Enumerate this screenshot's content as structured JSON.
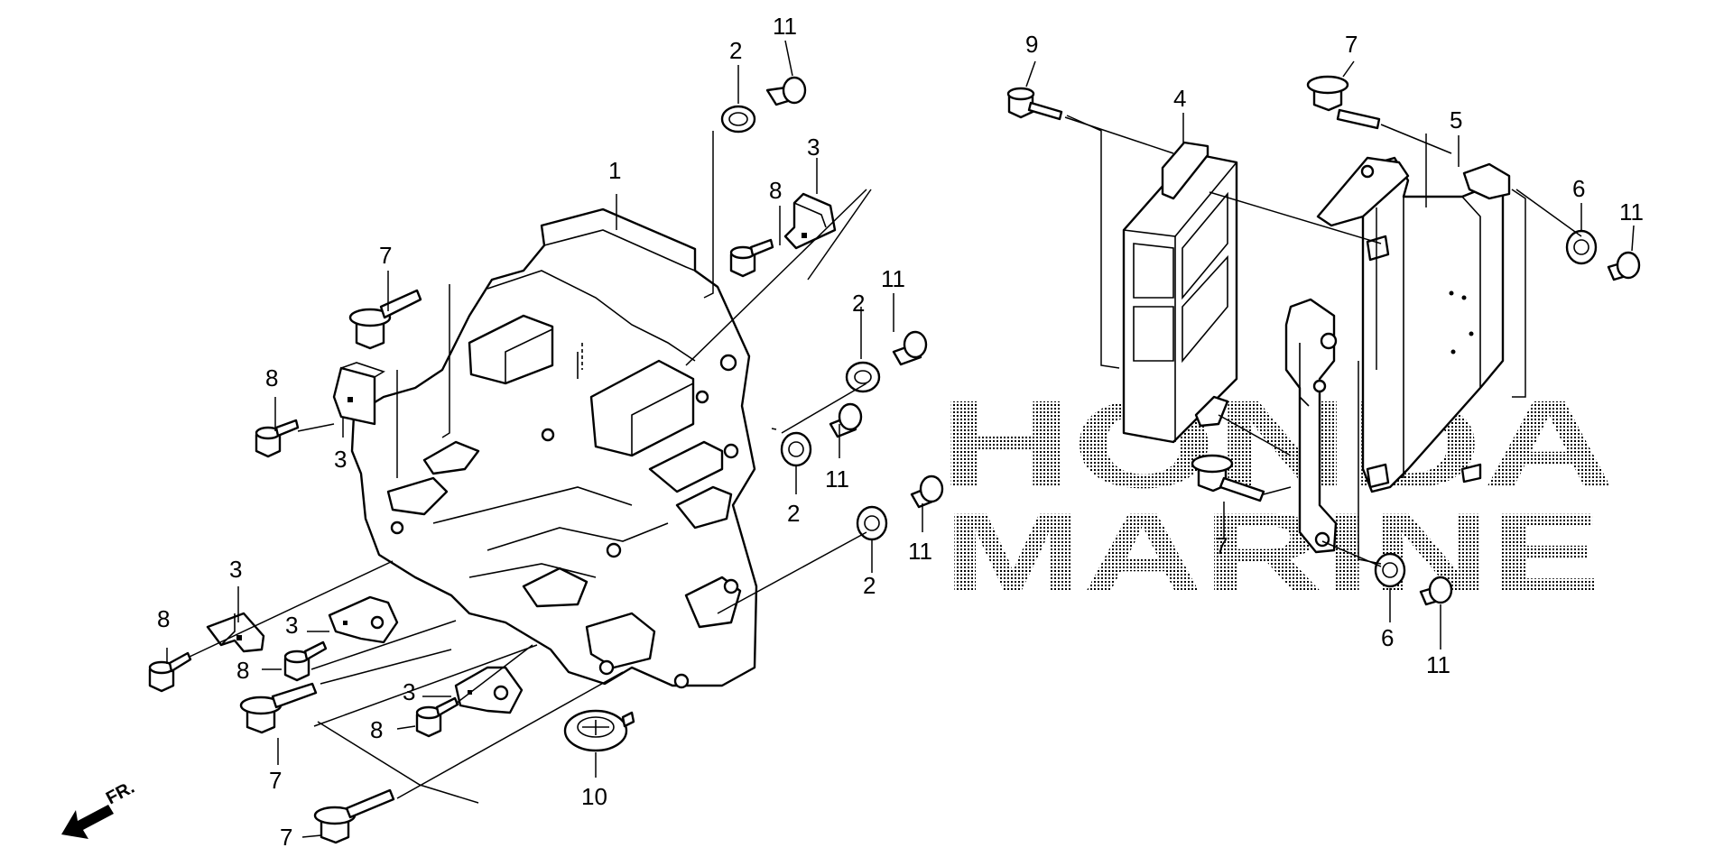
{
  "watermark": {
    "line1": "HONDA",
    "line2": "MARINE",
    "color": "#000000"
  },
  "direction_indicator": {
    "label": "FR."
  },
  "callouts": [
    {
      "id": "c1",
      "label": "1"
    },
    {
      "id": "c2a",
      "label": "2"
    },
    {
      "id": "c2b",
      "label": "2"
    },
    {
      "id": "c2c",
      "label": "2"
    },
    {
      "id": "c2d",
      "label": "2"
    },
    {
      "id": "c3a",
      "label": "3"
    },
    {
      "id": "c3b",
      "label": "3"
    },
    {
      "id": "c3c",
      "label": "3"
    },
    {
      "id": "c3d",
      "label": "3"
    },
    {
      "id": "c3e",
      "label": "3"
    },
    {
      "id": "c4",
      "label": "4"
    },
    {
      "id": "c5",
      "label": "5"
    },
    {
      "id": "c6a",
      "label": "6"
    },
    {
      "id": "c6b",
      "label": "6"
    },
    {
      "id": "c7a",
      "label": "7"
    },
    {
      "id": "c7b",
      "label": "7"
    },
    {
      "id": "c7c",
      "label": "7"
    },
    {
      "id": "c7d",
      "label": "7"
    },
    {
      "id": "c7e",
      "label": "7"
    },
    {
      "id": "c8a",
      "label": "8"
    },
    {
      "id": "c8b",
      "label": "8"
    },
    {
      "id": "c8c",
      "label": "8"
    },
    {
      "id": "c8d",
      "label": "8"
    },
    {
      "id": "c8e",
      "label": "8"
    },
    {
      "id": "c9",
      "label": "9"
    },
    {
      "id": "c10",
      "label": "10"
    },
    {
      "id": "c11a",
      "label": "11"
    },
    {
      "id": "c11b",
      "label": "11"
    },
    {
      "id": "c11c",
      "label": "11"
    },
    {
      "id": "c11d",
      "label": "11"
    },
    {
      "id": "c11e",
      "label": "11"
    },
    {
      "id": "c11f",
      "label": "11"
    }
  ]
}
